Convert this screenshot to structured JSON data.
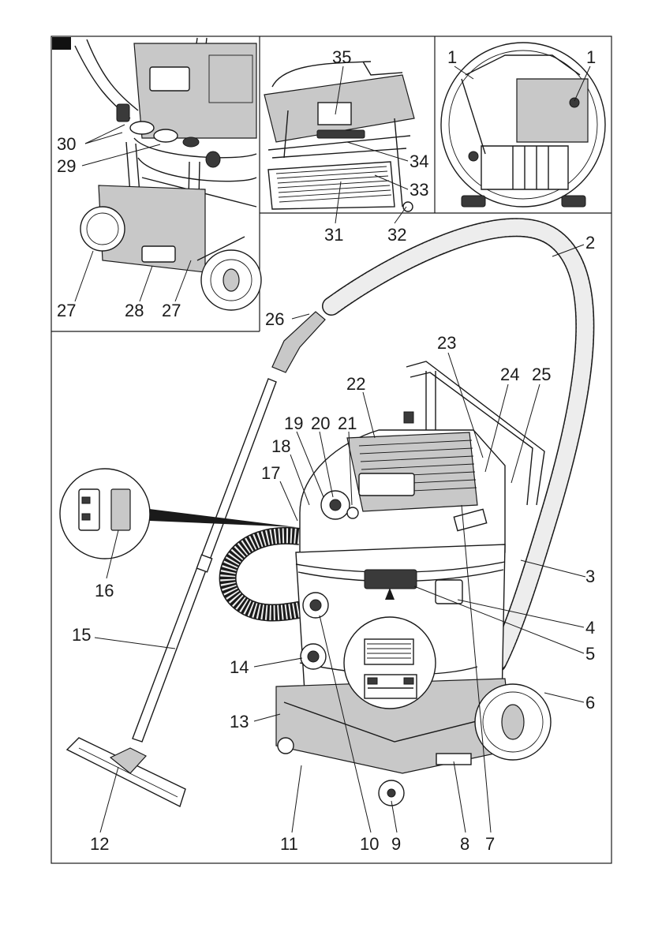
{
  "callouts": [
    "1",
    "1",
    "2",
    "3",
    "4",
    "5",
    "6",
    "7",
    "8",
    "9",
    "10",
    "11",
    "12",
    "13",
    "14",
    "15",
    "16",
    "17",
    "18",
    "19",
    "20",
    "21",
    "22",
    "23",
    "24",
    "25",
    "26",
    "27",
    "28",
    "27",
    "29",
    "30",
    "31",
    "32",
    "33",
    "34",
    "35"
  ],
  "colors": {
    "ink": "#1a1a1a",
    "shade": "#c8c8c8",
    "dark": "#3a3a3a",
    "paper": "#ffffff"
  },
  "icons": [
    "corner-marker-icon"
  ]
}
